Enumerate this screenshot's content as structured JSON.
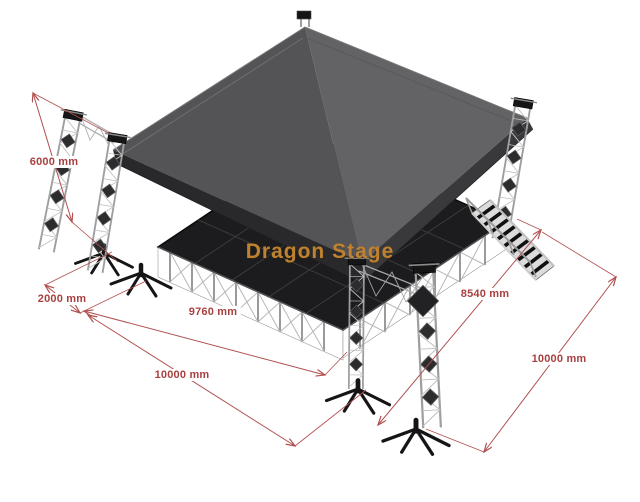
{
  "watermark": {
    "text": "Dragon Stage",
    "color": "#bf8231"
  },
  "dimensions": {
    "tower_height": {
      "label": "6000 mm"
    },
    "outrigger_offset": {
      "label": "2000 mm"
    },
    "stage_width": {
      "label": "9760 mm"
    },
    "ground_span_front": {
      "label": "10000 mm"
    },
    "stage_depth": {
      "label": "8540 mm"
    },
    "ground_span_right": {
      "label": "10000 mm"
    }
  },
  "colors": {
    "dimension_red": "#b14f4f",
    "label_red": "#a84040",
    "watermark_orange": "#bf8231",
    "roof_left_facet": "#545457",
    "roof_right_facet": "#636366",
    "roof_edge_band": "#29292b",
    "deck": "#1c1c1e",
    "truss_aluminum": "#9e9e9e"
  }
}
